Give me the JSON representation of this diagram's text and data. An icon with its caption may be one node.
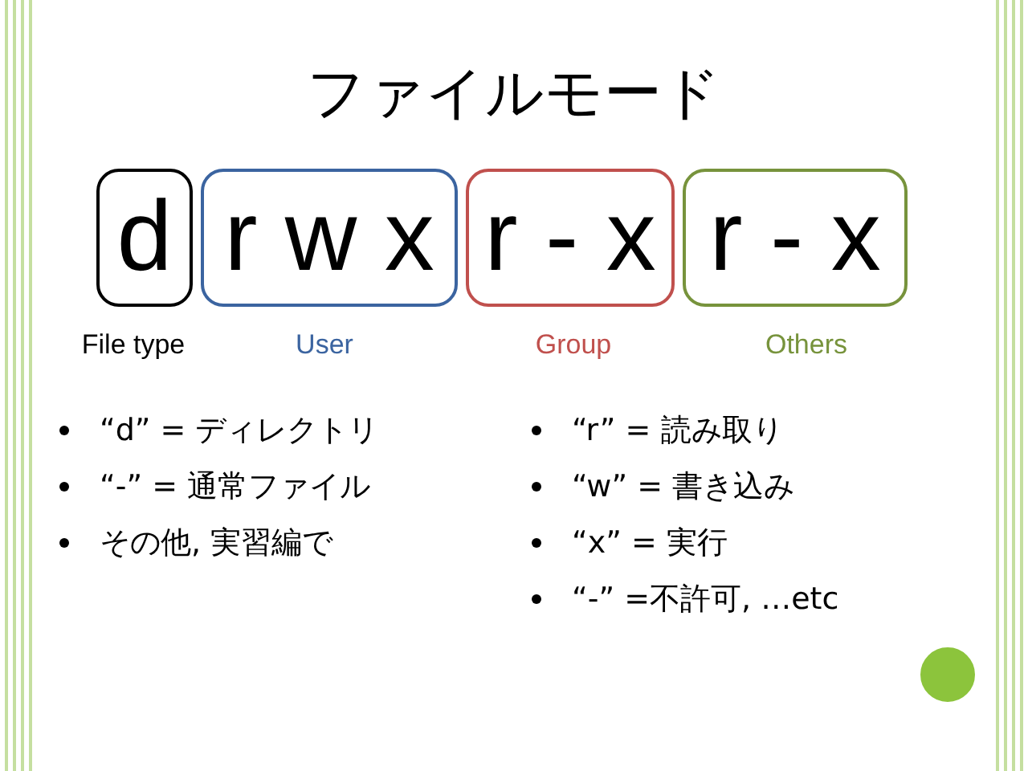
{
  "diagram": {
    "title": "ファイルモード",
    "nodes": [
      {
        "text": [
          "d"
        ],
        "beside": [
          "File type"
        ]
      },
      {
        "text": [
          "r w x"
        ],
        "beside": [
          "User"
        ]
      },
      {
        "text": [
          "r - x"
        ],
        "beside": [
          "Group"
        ]
      },
      {
        "text": [
          "r - x"
        ],
        "beside": [
          "Others"
        ]
      }
    ],
    "labels": [
      "“d” = ディレクトリ",
      "“-” = 通常ファイル",
      "その他, 実習編で",
      "“r” = 読み取り",
      "“w” = 書き込み",
      "“x” = 実行",
      "“-” =不許可, …etc"
    ]
  }
}
